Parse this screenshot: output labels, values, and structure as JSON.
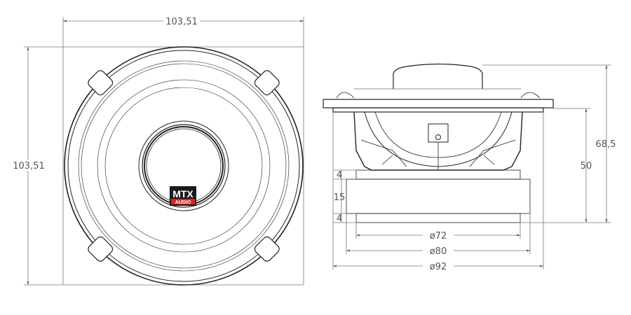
{
  "front_view": {
    "width_label": "103,51",
    "height_label": "103,51",
    "logo": {
      "text": "MTX",
      "subtext": "AUDIO",
      "bg_color": "#1a1a1a",
      "accent_color": "#e02020"
    }
  },
  "side_view": {
    "overall_height_label": "68,5",
    "mount_depth_label": "50",
    "magnet_top_label": "4",
    "magnet_height_label": "15",
    "magnet_bottom_label": "4",
    "dia_72_label": "ø72",
    "dia_80_label": "ø80",
    "dia_92_label": "ø92"
  }
}
